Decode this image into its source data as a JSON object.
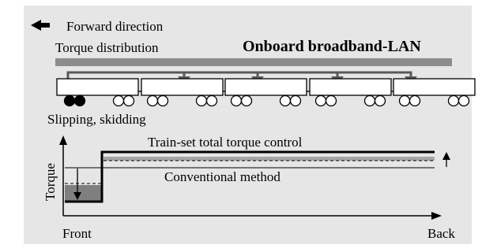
{
  "labels": {
    "forward_direction": "Forward direction",
    "torque_distribution": "Torque distribution",
    "onboard_lan": "Onboard broadband-LAN",
    "slipping": "Slipping, skidding",
    "total_torque_control": "Train-set total torque control",
    "conventional_method": "Conventional method",
    "y_axis": "Torque",
    "x_front": "Front",
    "x_back": "Back"
  },
  "colors": {
    "panel_bg": "#e6e6e6",
    "lan_bar": "#8c8c8c",
    "distribution_line": "#595959",
    "stroke": "#000000",
    "car_fill": "#ffffff",
    "slipping_wheel": "#000000",
    "drop_fill": "#7f7f7f",
    "added_fill": "#a6a6a6"
  },
  "train": {
    "car_count": 5,
    "slipping_car_index": 0,
    "torque_targets_car_indices": [
      1,
      2,
      3,
      4
    ]
  }
}
